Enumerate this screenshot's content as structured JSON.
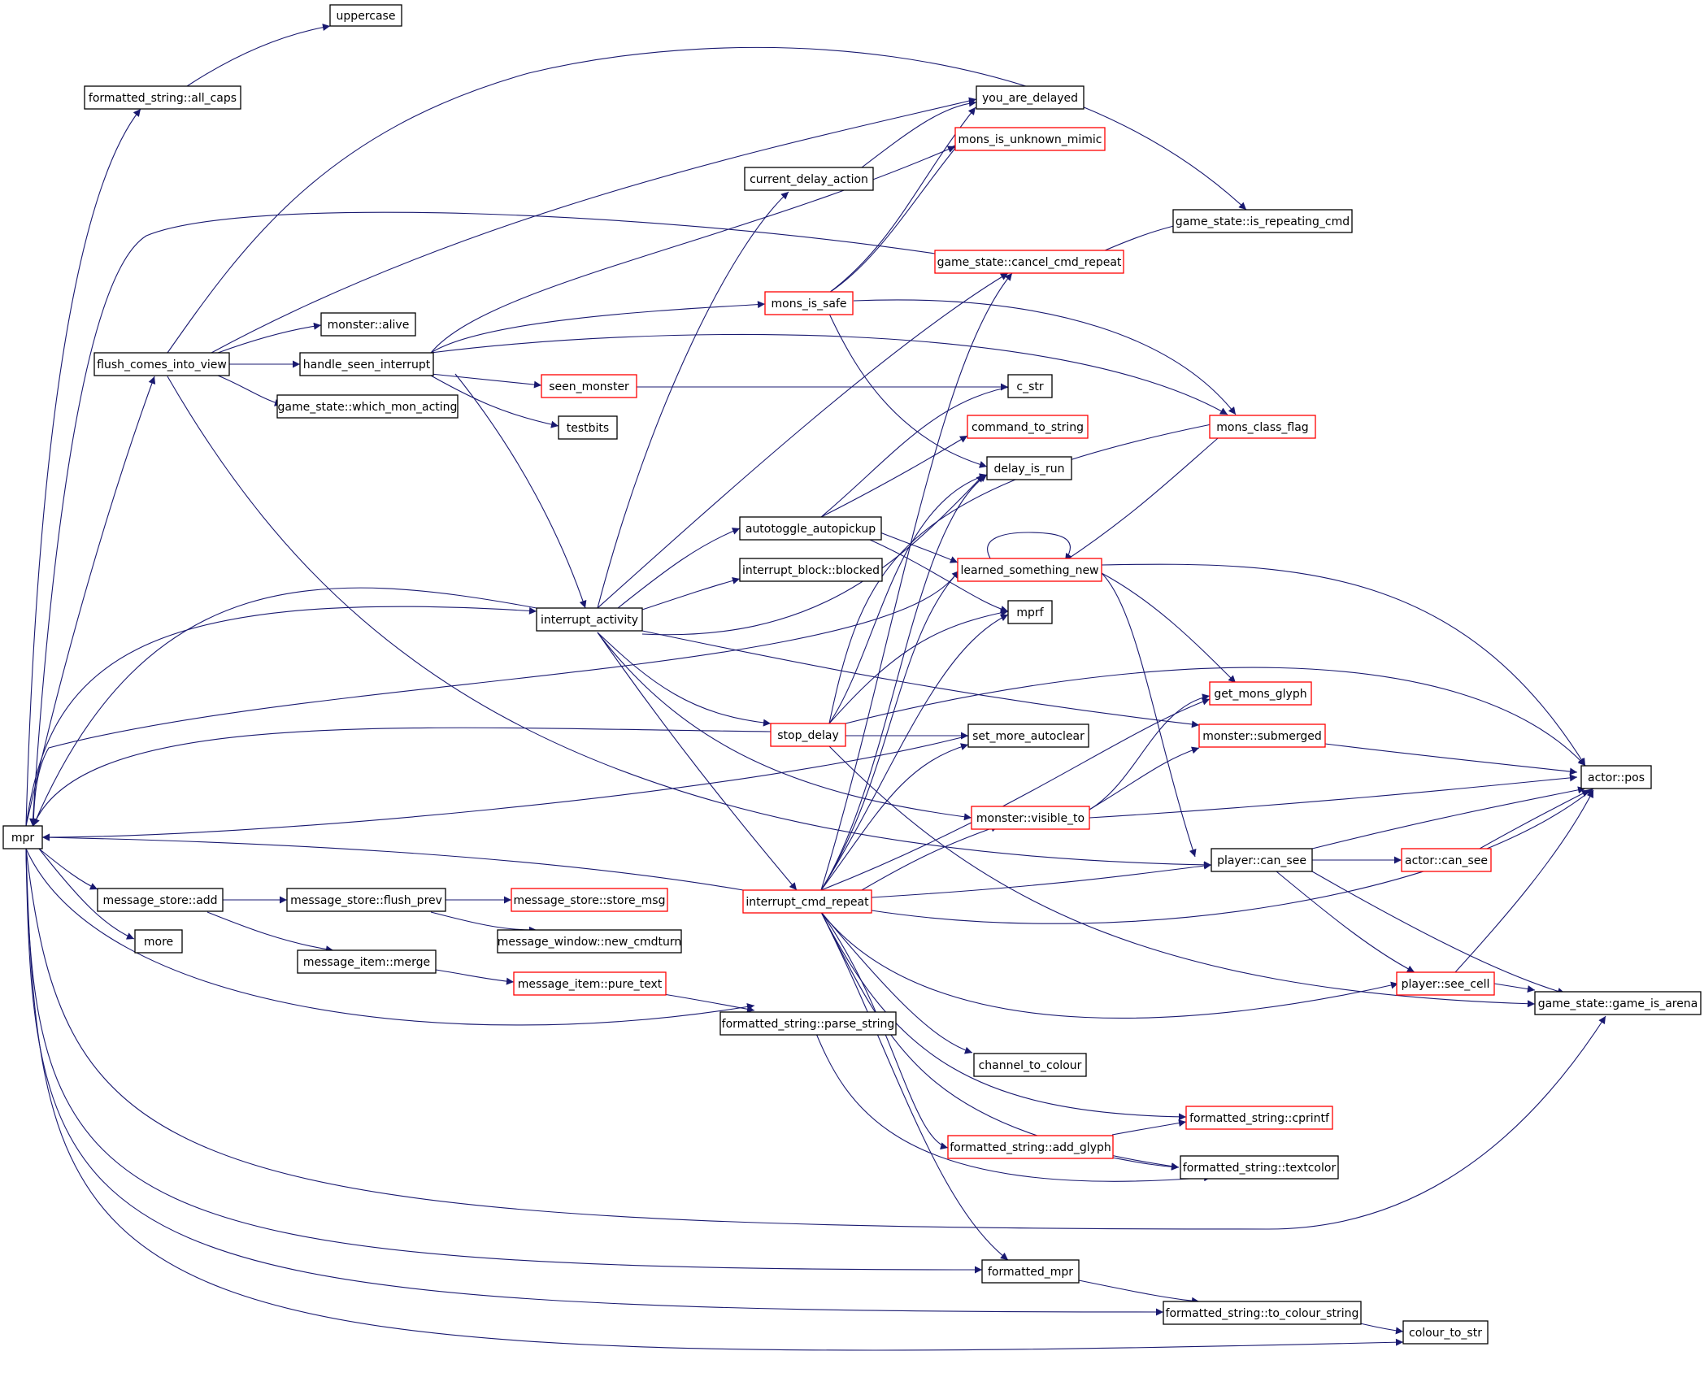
{
  "graph": {
    "edge_color": "#191970",
    "colors": {
      "fill": "#ffffff",
      "root_fill": "#bfbfbf",
      "plain": "#000000",
      "truncated": "#ff0000"
    },
    "nodes": [
      {
        "id": "mpr",
        "label": "mpr",
        "style": "root"
      },
      {
        "id": "uppercase",
        "label": "uppercase",
        "style": "plain"
      },
      {
        "id": "all_caps",
        "label": "formatted_string::all_caps",
        "style": "plain"
      },
      {
        "id": "you_are_delayed",
        "label": "you_are_delayed",
        "style": "plain"
      },
      {
        "id": "mons_is_unknown_mimic",
        "label": "mons_is_unknown_mimic",
        "style": "truncated"
      },
      {
        "id": "current_delay_action",
        "label": "current_delay_action",
        "style": "plain"
      },
      {
        "id": "is_repeating_cmd",
        "label": "game_state::is_repeating_cmd",
        "style": "plain"
      },
      {
        "id": "cancel_cmd_repeat",
        "label": "game_state::cancel_cmd_repeat",
        "style": "truncated"
      },
      {
        "id": "mons_is_safe",
        "label": "mons_is_safe",
        "style": "truncated"
      },
      {
        "id": "monster_alive",
        "label": "monster::alive",
        "style": "plain"
      },
      {
        "id": "flush_comes_into_view",
        "label": "flush_comes_into_view",
        "style": "plain"
      },
      {
        "id": "handle_seen_interrupt",
        "label": "handle_seen_interrupt",
        "style": "plain"
      },
      {
        "id": "which_mon_acting",
        "label": "game_state::which_mon_acting",
        "style": "plain"
      },
      {
        "id": "seen_monster",
        "label": "seen_monster",
        "style": "truncated"
      },
      {
        "id": "c_str",
        "label": "c_str",
        "style": "plain"
      },
      {
        "id": "testbits",
        "label": "testbits",
        "style": "plain"
      },
      {
        "id": "command_to_string",
        "label": "command_to_string",
        "style": "truncated"
      },
      {
        "id": "mons_class_flag",
        "label": "mons_class_flag",
        "style": "truncated"
      },
      {
        "id": "delay_is_run",
        "label": "delay_is_run",
        "style": "plain"
      },
      {
        "id": "autotoggle_autopickup",
        "label": "autotoggle_autopickup",
        "style": "plain"
      },
      {
        "id": "learned_something_new",
        "label": "learned_something_new",
        "style": "truncated"
      },
      {
        "id": "blocked",
        "label": "interrupt_block::blocked",
        "style": "plain"
      },
      {
        "id": "interrupt_activity",
        "label": "interrupt_activity",
        "style": "plain"
      },
      {
        "id": "mprf",
        "label": "mprf",
        "style": "plain"
      },
      {
        "id": "get_mons_glyph",
        "label": "get_mons_glyph",
        "style": "truncated"
      },
      {
        "id": "stop_delay",
        "label": "stop_delay",
        "style": "truncated"
      },
      {
        "id": "set_more_autoclear",
        "label": "set_more_autoclear",
        "style": "plain"
      },
      {
        "id": "submerged",
        "label": "monster::submerged",
        "style": "truncated"
      },
      {
        "id": "actor_pos",
        "label": "actor::pos",
        "style": "plain"
      },
      {
        "id": "visible_to",
        "label": "monster::visible_to",
        "style": "truncated"
      },
      {
        "id": "player_can_see",
        "label": "player::can_see",
        "style": "plain"
      },
      {
        "id": "actor_can_see",
        "label": "actor::can_see",
        "style": "truncated"
      },
      {
        "id": "ms_add",
        "label": "message_store::add",
        "style": "plain"
      },
      {
        "id": "flush_prev",
        "label": "message_store::flush_prev",
        "style": "plain"
      },
      {
        "id": "store_msg",
        "label": "message_store::store_msg",
        "style": "truncated"
      },
      {
        "id": "interrupt_cmd_repeat",
        "label": "interrupt_cmd_repeat",
        "style": "truncated"
      },
      {
        "id": "new_cmdturn",
        "label": "message_window::new_cmdturn",
        "style": "plain"
      },
      {
        "id": "more",
        "label": "more",
        "style": "plain"
      },
      {
        "id": "mi_merge",
        "label": "message_item::merge",
        "style": "plain"
      },
      {
        "id": "pure_text",
        "label": "message_item::pure_text",
        "style": "truncated"
      },
      {
        "id": "see_cell",
        "label": "player::see_cell",
        "style": "truncated"
      },
      {
        "id": "game_is_arena",
        "label": "game_state::game_is_arena",
        "style": "plain"
      },
      {
        "id": "parse_string",
        "label": "formatted_string::parse_string",
        "style": "plain"
      },
      {
        "id": "channel_to_colour",
        "label": "channel_to_colour",
        "style": "plain"
      },
      {
        "id": "cprintf",
        "label": "formatted_string::cprintf",
        "style": "truncated"
      },
      {
        "id": "add_glyph",
        "label": "formatted_string::add_glyph",
        "style": "truncated"
      },
      {
        "id": "textcolor",
        "label": "formatted_string::textcolor",
        "style": "plain"
      },
      {
        "id": "formatted_mpr",
        "label": "formatted_mpr",
        "style": "plain"
      },
      {
        "id": "to_colour_string",
        "label": "formatted_string::to_colour_string",
        "style": "plain"
      },
      {
        "id": "colour_to_str",
        "label": "colour_to_str",
        "style": "plain"
      }
    ]
  }
}
